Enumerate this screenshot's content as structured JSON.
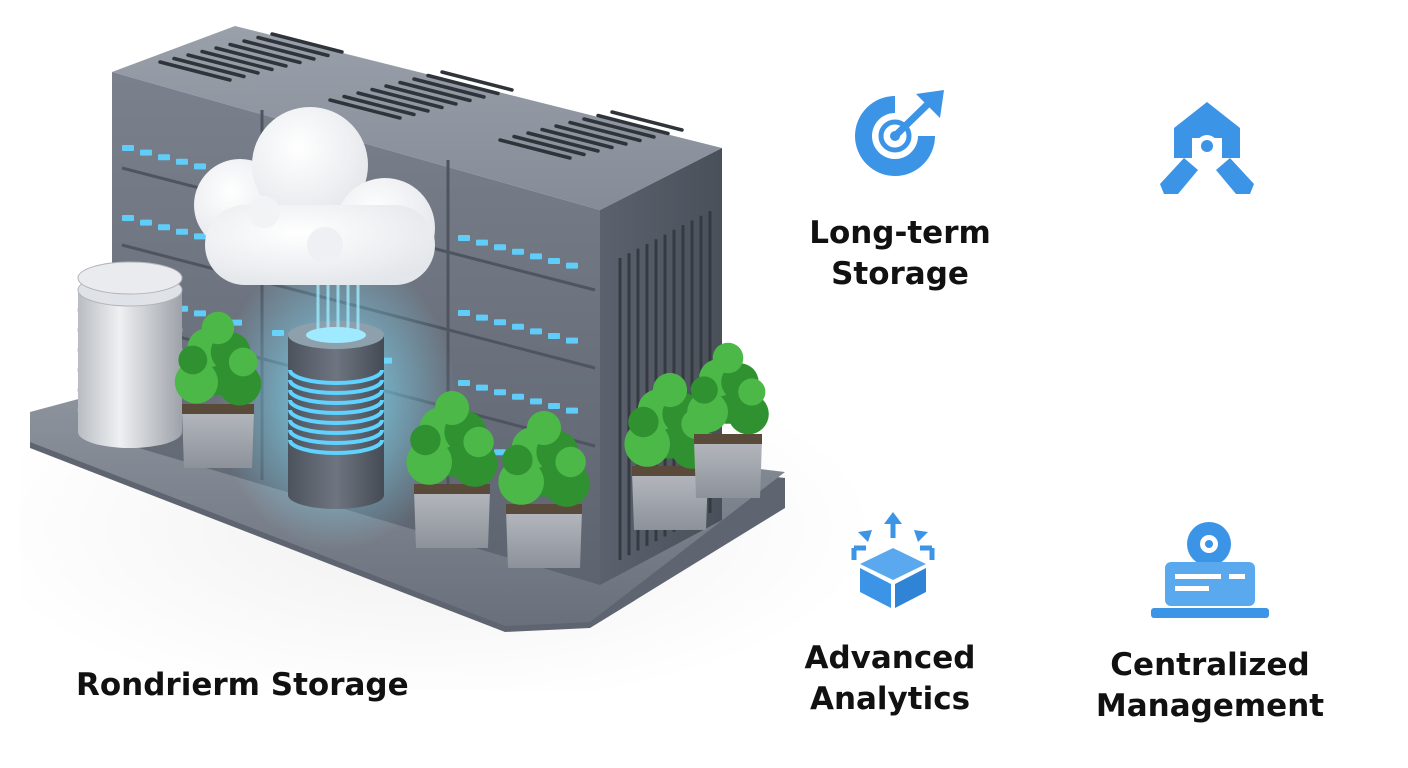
{
  "main_label": "Rondrierm Storage",
  "features": {
    "long_term": {
      "line1": "Long-term",
      "line2": "Storage",
      "icon": "target-arrow-icon"
    },
    "top_right": {
      "icon": "network-nodes-icon"
    },
    "advanced_analytics": {
      "line1": "Advanced",
      "line2": "Analytics",
      "icon": "box-expand-icon"
    },
    "centralized_management": {
      "line1": "Centralized",
      "line2": "Management",
      "icon": "gear-panel-icon"
    }
  },
  "colors": {
    "accent": "#3b94e6",
    "server_body": "#6c7380",
    "led": "#5fd2ff",
    "plant": "#3ea53a",
    "text": "#111111"
  }
}
